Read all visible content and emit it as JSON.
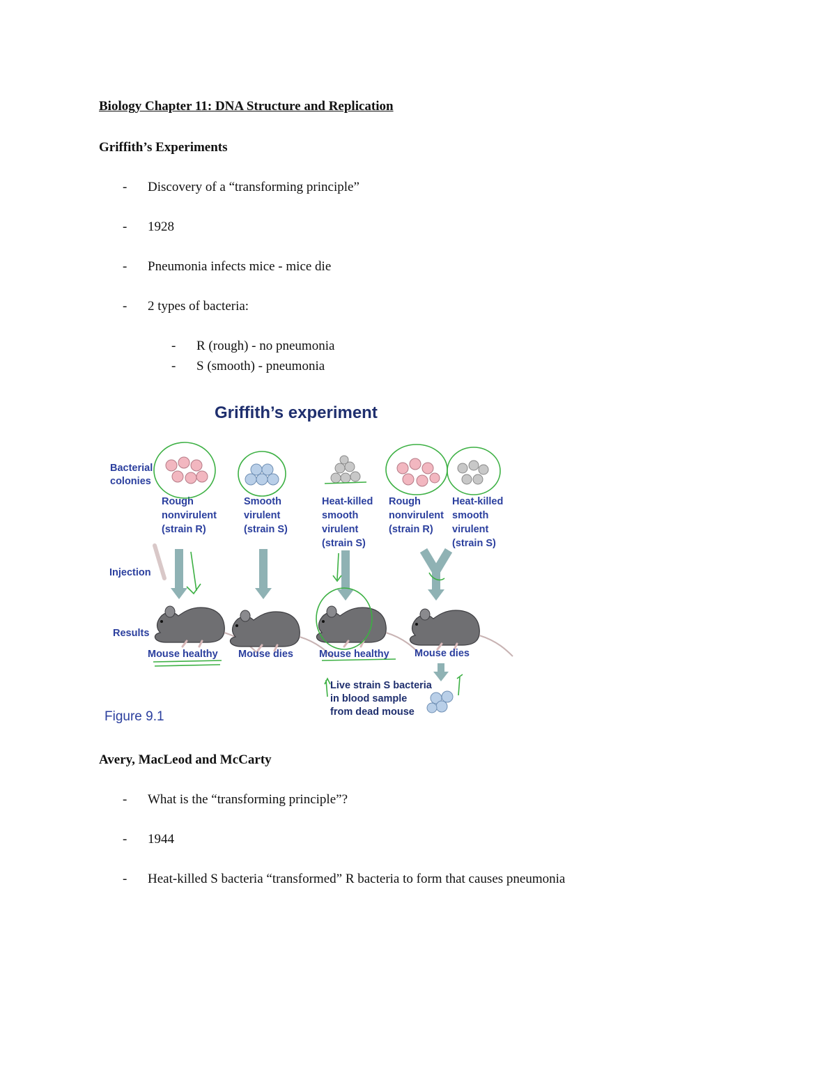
{
  "document": {
    "title": "Biology Chapter 11: DNA Structure and Replication"
  },
  "section1": {
    "heading": "Griffith’s Experiments",
    "bullets": [
      "Discovery of a “transforming principle”",
      "1928",
      "Pneumonia infects mice - mice die",
      "2 types of bacteria:"
    ],
    "sub_bullets": [
      "R (rough) - no pneumonia",
      "S (smooth) - pneumonia"
    ],
    "bullet_marker": "-"
  },
  "figure": {
    "title": "Griffith’s experiment",
    "caption": "Figure 9.1",
    "row_labels": {
      "colonies_line1": "Bacterial",
      "colonies_line2": "colonies",
      "injection": "Injection",
      "results": "Results"
    },
    "columns": [
      {
        "lines": [
          "Rough",
          "nonvirulent",
          "(strain R)"
        ],
        "result": "Mouse healthy"
      },
      {
        "lines": [
          "Smooth",
          "virulent",
          "(strain S)"
        ],
        "result": "Mouse dies"
      },
      {
        "lines": [
          "Heat-killed",
          "smooth",
          "virulent",
          "(strain S)"
        ],
        "result": "Mouse healthy"
      },
      {
        "lines": [
          "Rough",
          "nonvirulent",
          "(strain R)"
        ],
        "result": "Mouse dies"
      },
      {
        "lines": [
          "Heat-killed",
          "smooth",
          "virulent",
          "(strain S)"
        ],
        "result": ""
      }
    ],
    "blood_note": [
      "Live strain S bacteria",
      "in blood sample",
      "from dead mouse"
    ],
    "colors": {
      "title": "#1f2f6e",
      "label": "#2b3f9e",
      "arrow": "#8fb2b4",
      "annotation": "#3cb043",
      "rough_cell": "#f2b7c0",
      "smooth_cell": "#b9cfe8",
      "killed_cell": "#c8c8c8",
      "mouse": "#6f6f72"
    }
  },
  "section2": {
    "heading": "Avery, MacLeod and McCarty",
    "bullets": [
      "What is the “transforming principle”?",
      "1944",
      "Heat-killed S bacteria “transformed” R bacteria to form that causes pneumonia"
    ]
  }
}
